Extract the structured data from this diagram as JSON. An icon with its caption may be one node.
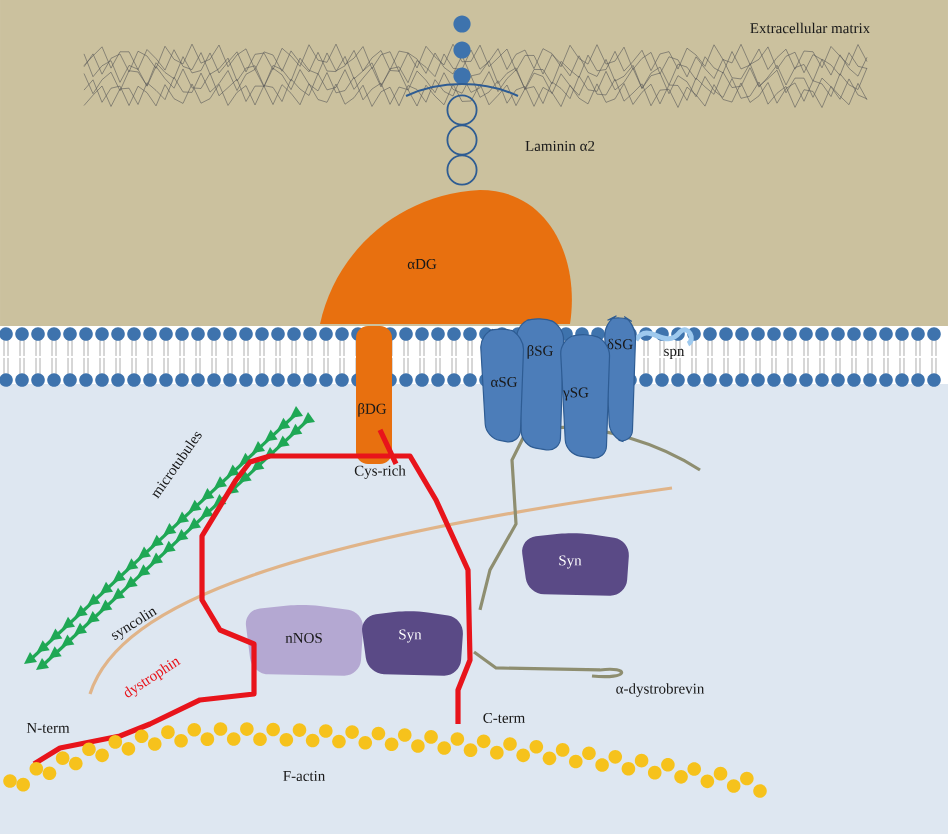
{
  "diagram": {
    "nodes": [
      {
        "text": [
          "αDG"
        ]
      },
      {
        "text": [
          "βSG"
        ]
      },
      {
        "text": [
          "δSG"
        ]
      },
      {
        "text": [
          "αSG"
        ]
      },
      {
        "text": [
          "γSG"
        ]
      },
      {
        "text": [
          "βDG"
        ]
      },
      {
        "text": [
          "Syn"
        ]
      },
      {
        "text": [
          "nNOS"
        ]
      },
      {
        "text": [
          "Syn"
        ]
      }
    ],
    "labels": [
      "Extracellular matrix",
      "Laminin α2",
      "spn",
      "microtubules",
      "Cys-rich",
      "syncolin",
      "dystrophin",
      "N-term",
      "C-term",
      "α-dystrobrevin",
      "F-actin"
    ]
  }
}
